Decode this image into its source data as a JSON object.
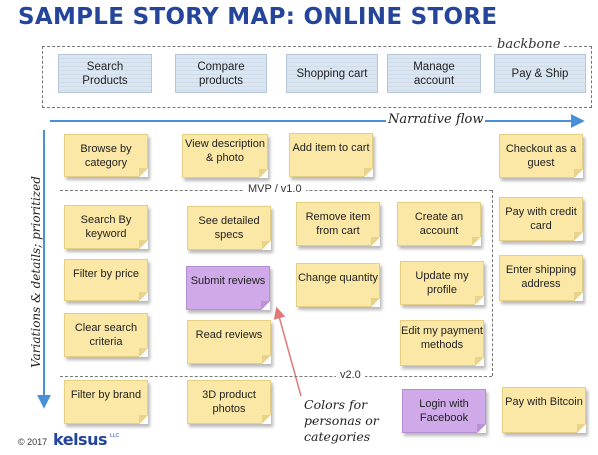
{
  "title": "SAMPLE STORY MAP: ONLINE STORE",
  "backbone_label": "backbone",
  "backbone": [
    "Search Products",
    "Compare products",
    "Shopping cart",
    "Manage account",
    "Pay & Ship"
  ],
  "narrative_flow_label": "Narrative flow",
  "vertical_label": "Variations & details; prioritized",
  "releases": [
    "MVP / v1.0",
    "v2.0"
  ],
  "notes": {
    "browse_by_category": "Browse by category",
    "view_description": "View description & photo",
    "add_item_to_cart": "Add item to cart",
    "checkout_guest": "Checkout as a guest",
    "search_by_keyword": "Search By keyword",
    "see_detailed_specs": "See detailed specs",
    "remove_item": "Remove item from cart",
    "create_account": "Create an account",
    "pay_credit_card": "Pay with credit card",
    "filter_by_price": "Filter by price",
    "submit_reviews": "Submit reviews",
    "change_quantity": "Change quantity",
    "update_profile": "Update my profile",
    "enter_shipping": "Enter shipping address",
    "clear_search": "Clear search criteria",
    "read_reviews": "Read reviews",
    "edit_payment": "Edit my payment methods",
    "filter_by_brand": "Filter by brand",
    "product_photos_3d": "3D product photos",
    "login_facebook": "Login with Facebook",
    "pay_bitcoin": "Pay with Bitcoin"
  },
  "colors_note": "Colors for personas or categories",
  "copyright": "© 2017",
  "logo": "kelsus",
  "logo_tm": "LLC",
  "colors": {
    "title": "#24459a",
    "sticky": "#fbe7a6",
    "sticky_purple": "#cfa9e8",
    "arrow": "#4a90d9",
    "pointer": "#e07a7a"
  }
}
